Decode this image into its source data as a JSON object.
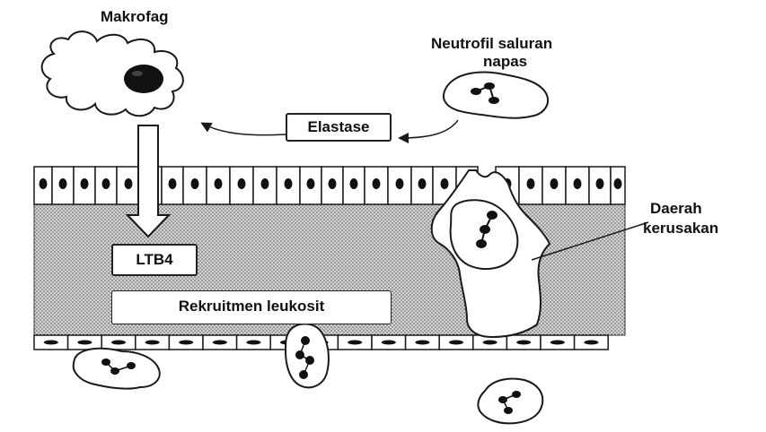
{
  "labels": {
    "macrophage": "Makrofag",
    "airway_neutrophil_line1": "Neutrofil saluran",
    "airway_neutrophil_line2": "napas",
    "elastase": "Elastase",
    "ltb4": "LTB4",
    "leukocyte_recruitment": "Rekruitmen leukosit",
    "damage_area_line1": "Daerah",
    "damage_area_line2": "kerusakan"
  },
  "colors": {
    "line": "#1a1a1a",
    "tissue": "#c9c9c9",
    "cell_fill": "#ffffff",
    "nucleus": "#111111"
  }
}
